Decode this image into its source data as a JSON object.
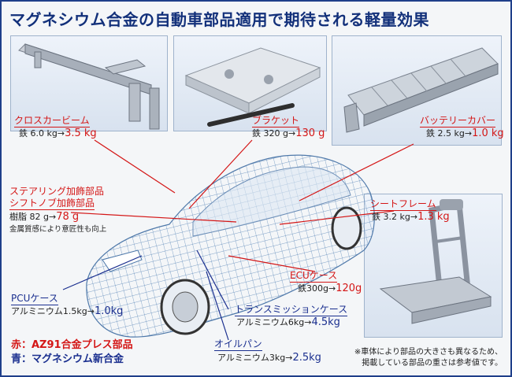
{
  "title": "マグネシウム合金の自動車部品適用で期待される軽量効果",
  "parts": {
    "cross_beam": {
      "name": "クロスカービーム",
      "before": "鉄 6.0 kg→",
      "after": "3.5 kg"
    },
    "bracket": {
      "name": "ブラケット",
      "before": "鉄 320 g→",
      "after": "130 g"
    },
    "battery_cover": {
      "name": "バッテリーカバー",
      "before": "鉄 2.5 kg→",
      "after": "1.0 kg"
    },
    "steering": {
      "name1": "ステアリング加飾部品",
      "name2": "シフトノブ加飾部品",
      "before": "樹脂 82 g→",
      "after": "78 g",
      "note": "金属質感により意匠性も向上"
    },
    "seat_frame": {
      "name": "シートフレーム",
      "before": "鉄 3.2 kg→",
      "after": "1.3 kg"
    },
    "ecu_case": {
      "name": "ECUケース",
      "before": "鉄300g→",
      "after": "120g"
    },
    "pcu_case": {
      "name": "PCUケース",
      "before": "アルミニウム1.5kg→",
      "after": "1.0kg"
    },
    "transmission_case": {
      "name": "トランスミッションケース",
      "before": "アルミニウム6kg→",
      "after": "4.5kg"
    },
    "oil_pan": {
      "name": "オイルパン",
      "before": "アルミニウム3kg→",
      "after": "2.5kg"
    }
  },
  "legend": {
    "red": "赤：AZ91合金プレス部品",
    "blue": "青：マグネシウム新合金"
  },
  "note": {
    "line1": "※車体により部品の大きさも異なるため、",
    "line2": "掲載している部品の重さは参考値です。"
  },
  "colors": {
    "red": "#d41616",
    "blue": "#1a2f8f",
    "title": "#12307a",
    "border": "#1f3f8a"
  }
}
